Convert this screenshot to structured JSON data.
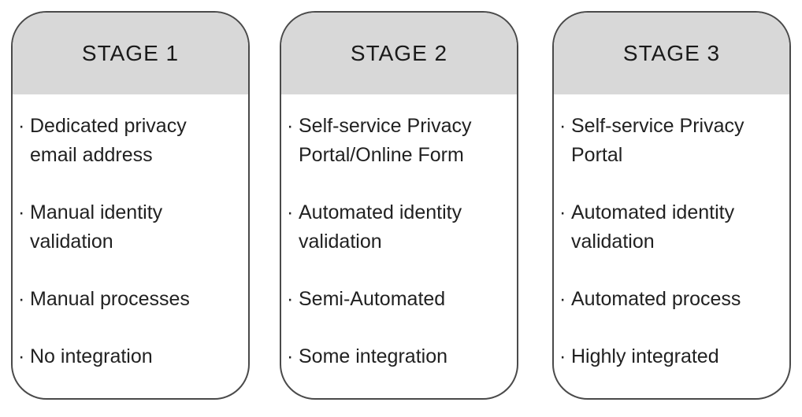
{
  "colors": {
    "page_bg": "#ffffff",
    "card_border": "#4a4a4a",
    "header_bg": "#d8d8d8",
    "title_text": "#1a1a1a",
    "body_text": "#212121"
  },
  "bullet_char": "·",
  "stages": [
    {
      "title": "STAGE 1",
      "items": [
        "Dedicated privacy email address",
        "Manual identity validation",
        "Manual processes",
        "No integration"
      ]
    },
    {
      "title": "STAGE 2",
      "items": [
        "Self-service Privacy Portal/Online Form",
        "Automated identity validation",
        "Semi-Automated",
        "Some integration"
      ]
    },
    {
      "title": "STAGE 3",
      "items": [
        "Self-service Privacy Portal",
        "Automated identity validation",
        "Automated process",
        "Highly integrated"
      ]
    }
  ]
}
